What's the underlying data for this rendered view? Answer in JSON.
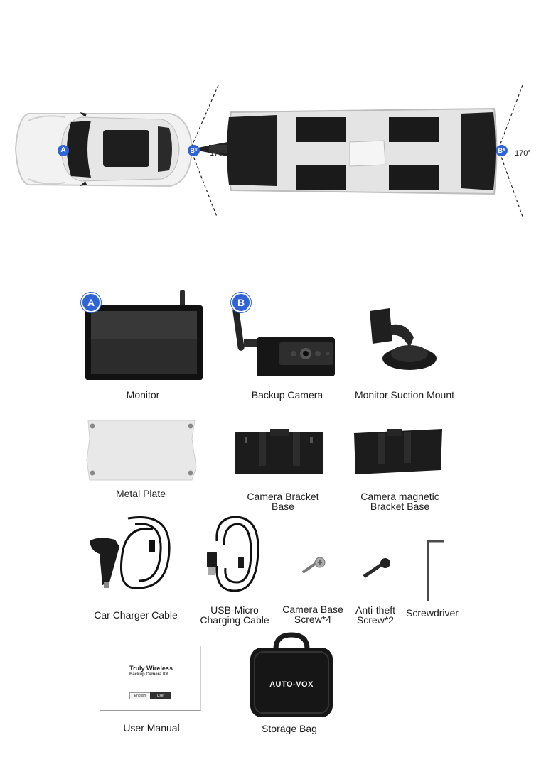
{
  "diagram": {
    "car_badge": "A",
    "hitch_badge": "B*",
    "rear_badge": "B*",
    "hitch_angle": "170°",
    "rear_angle": "170°"
  },
  "items": {
    "monitor": {
      "badge": "A",
      "label": "Monitor"
    },
    "camera": {
      "badge": "B",
      "label": "Backup Camera"
    },
    "suction": {
      "label": "Monitor Suction Mount"
    },
    "plate": {
      "label": "Metal Plate"
    },
    "bracket": {
      "label": "Camera Bracket\nBase"
    },
    "magnetic": {
      "label": "Camera magnetic\nBracket Base"
    },
    "charger": {
      "label": "Car Charger Cable"
    },
    "usb": {
      "label": "USB-Micro\nCharging Cable"
    },
    "basescrew": {
      "label": "Camera Base\nScrew*4"
    },
    "antitheft": {
      "label": "Anti-theft\nScrew*2"
    },
    "screwdriver": {
      "label": "Screwdriver"
    },
    "manual": {
      "label": "User Manual",
      "title": "Truly Wireless",
      "subtitle": "Backup Camera Kit",
      "lang": "English",
      "doc": "User Manual"
    },
    "bag": {
      "label": "Storage Bag",
      "brand": "AUTO-VOX"
    }
  }
}
